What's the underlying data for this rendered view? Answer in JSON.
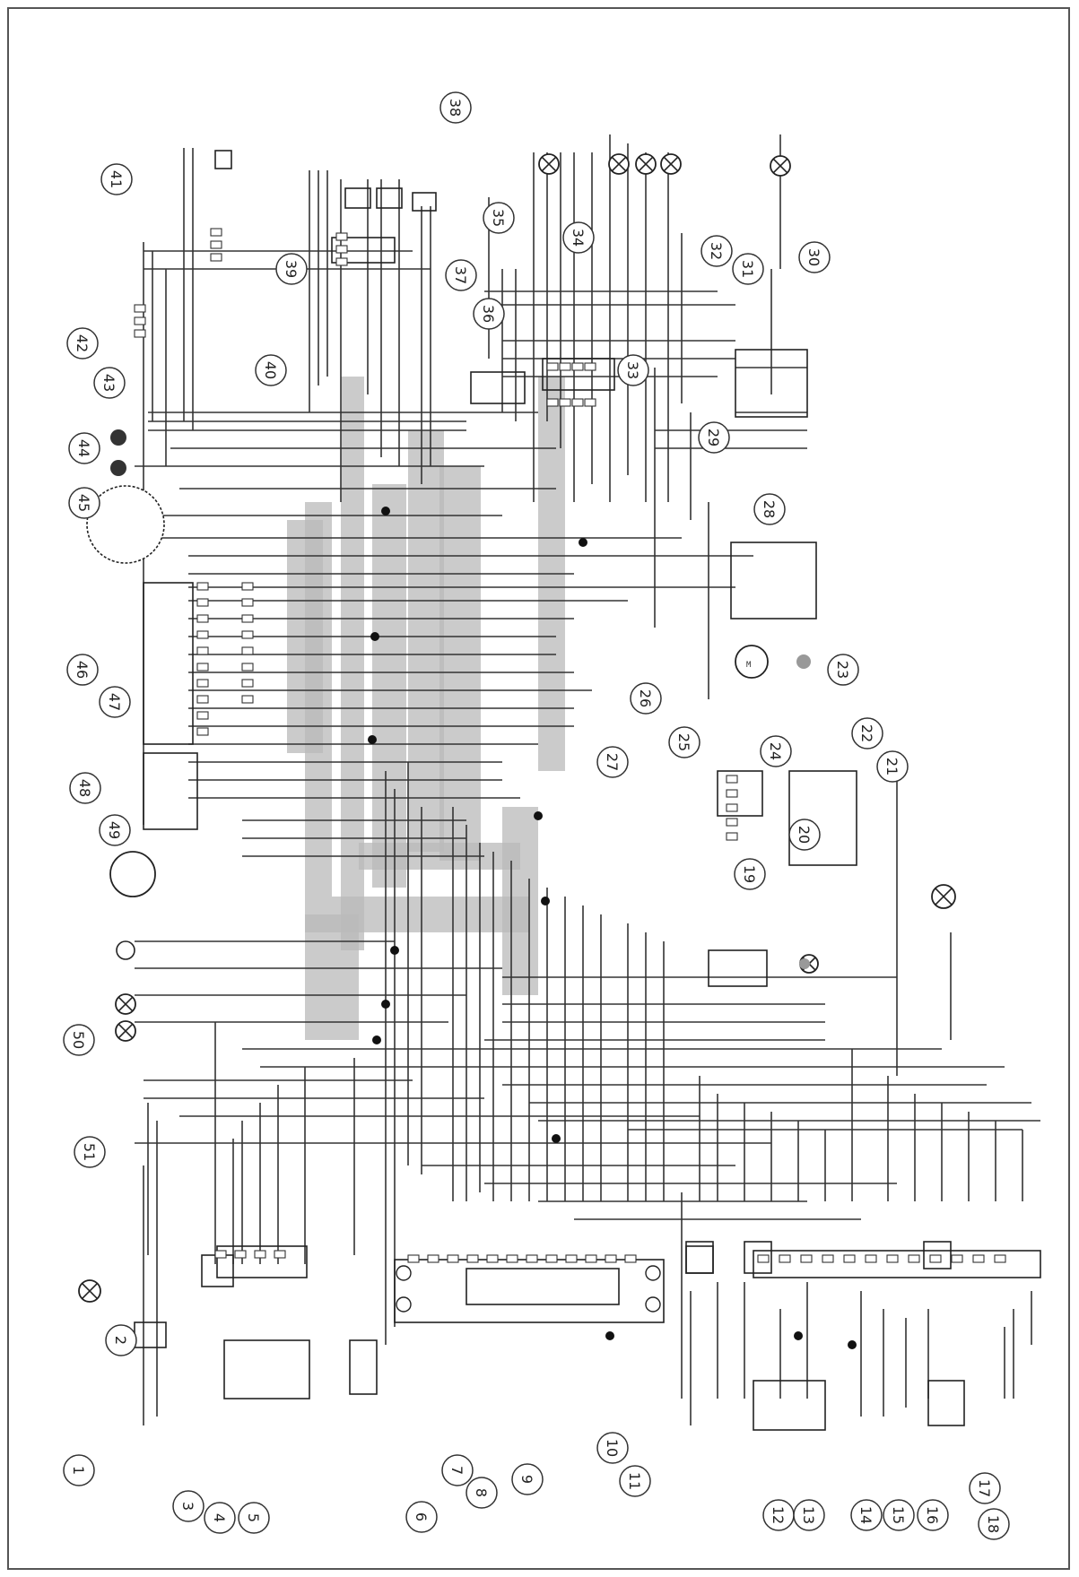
{
  "diagram": {
    "callouts": [
      {
        "id": "c1",
        "label": "1"
      },
      {
        "id": "c2",
        "label": "2"
      },
      {
        "id": "c3",
        "label": "3"
      },
      {
        "id": "c4",
        "label": "4"
      },
      {
        "id": "c5",
        "label": "5"
      },
      {
        "id": "c6",
        "label": "6"
      },
      {
        "id": "c7",
        "label": "7"
      },
      {
        "id": "c8",
        "label": "8"
      },
      {
        "id": "c9",
        "label": "9"
      },
      {
        "id": "c10",
        "label": "10"
      },
      {
        "id": "c11",
        "label": "11"
      },
      {
        "id": "c12",
        "label": "12"
      },
      {
        "id": "c13",
        "label": "13"
      },
      {
        "id": "c14",
        "label": "14"
      },
      {
        "id": "c15",
        "label": "15"
      },
      {
        "id": "c16",
        "label": "16"
      },
      {
        "id": "c17",
        "label": "17"
      },
      {
        "id": "c18",
        "label": "18"
      },
      {
        "id": "c19",
        "label": "19"
      },
      {
        "id": "c20",
        "label": "20"
      },
      {
        "id": "c21",
        "label": "21"
      },
      {
        "id": "c22",
        "label": "22"
      },
      {
        "id": "c23",
        "label": "23"
      },
      {
        "id": "c24",
        "label": "24"
      },
      {
        "id": "c25",
        "label": "25"
      },
      {
        "id": "c26",
        "label": "26"
      },
      {
        "id": "c27",
        "label": "27"
      },
      {
        "id": "c28",
        "label": "28"
      },
      {
        "id": "c29",
        "label": "29"
      },
      {
        "id": "c30",
        "label": "30"
      },
      {
        "id": "c31",
        "label": "31"
      },
      {
        "id": "c32",
        "label": "32"
      },
      {
        "id": "c33",
        "label": "33"
      },
      {
        "id": "c34",
        "label": "34"
      },
      {
        "id": "c35",
        "label": "35"
      },
      {
        "id": "c36",
        "label": "36"
      },
      {
        "id": "c37",
        "label": "37"
      },
      {
        "id": "c38",
        "label": "38"
      },
      {
        "id": "c39",
        "label": "39"
      },
      {
        "id": "c40",
        "label": "40"
      },
      {
        "id": "c41",
        "label": "41"
      },
      {
        "id": "c42",
        "label": "42"
      },
      {
        "id": "c43",
        "label": "43"
      },
      {
        "id": "c44",
        "label": "44"
      },
      {
        "id": "c45",
        "label": "45"
      },
      {
        "id": "c46",
        "label": "46"
      },
      {
        "id": "c47",
        "label": "47"
      },
      {
        "id": "c48",
        "label": "48"
      },
      {
        "id": "c49",
        "label": "49"
      },
      {
        "id": "c50",
        "label": "50"
      },
      {
        "id": "c51",
        "label": "51"
      }
    ]
  }
}
